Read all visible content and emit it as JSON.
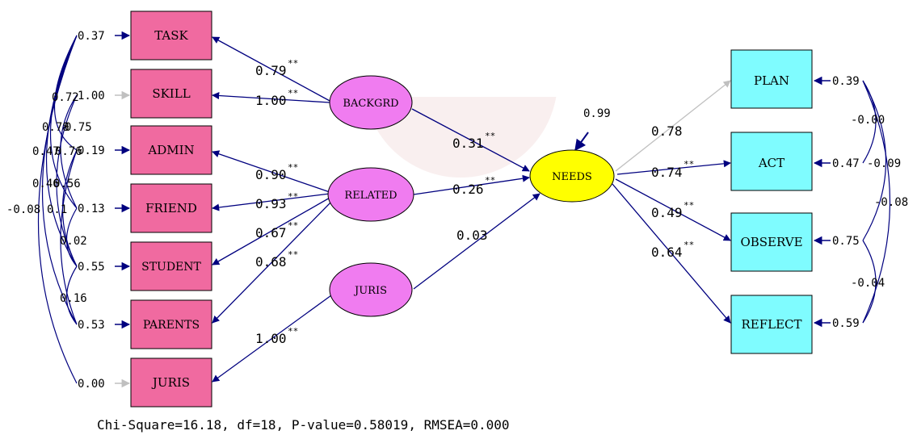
{
  "observed_left": [
    {
      "label": "TASK",
      "error": "0.37"
    },
    {
      "label": "SKILL",
      "error": "1.00"
    },
    {
      "label": "ADMIN",
      "error": "0.19"
    },
    {
      "label": "FRIEND",
      "error": "0.13"
    },
    {
      "label": "STUDENT",
      "error": "0.55"
    },
    {
      "label": "PARENTS",
      "error": "0.53"
    },
    {
      "label": "JURIS",
      "error": "0.00"
    }
  ],
  "observed_right": [
    {
      "label": "PLAN",
      "error": "0.39"
    },
    {
      "label": "ACT",
      "error": "0.47"
    },
    {
      "label": "OBSERVE",
      "error": "0.75"
    },
    {
      "label": "REFLECT",
      "error": "0.59"
    }
  ],
  "latents": {
    "backgrd": "BACKGRD",
    "related": "RELATED",
    "juris": "JURIS",
    "needs": "NEEDS"
  },
  "needs_error": "0.99",
  "loadings": {
    "task": "0.79",
    "skill": "1.00",
    "admin": "0.90",
    "friend": "0.93",
    "student": "0.67",
    "parents": "0.68",
    "juris": "1.00",
    "plan": "0.78",
    "act": "0.74",
    "observe": "0.49",
    "reflect": "0.64"
  },
  "paths": {
    "backgrd_needs": "0.31",
    "related_needs": "0.26",
    "juris_needs": "0.03"
  },
  "significance_mark": "**",
  "left_error_covariances": [
    "0.72",
    "0.78",
    "0.75",
    "0.47",
    "0.76",
    "0.46",
    "0.56",
    "-0.08",
    "0.1",
    "0.02",
    "0.16"
  ],
  "right_error_covariances": [
    "-0.00",
    "-0.09",
    "-0.08",
    "-0.04"
  ],
  "colors": {
    "observed_left_fill": "#f06aa0",
    "observed_right_fill": "#7ffcff",
    "latent_fill": "#f07cf0",
    "needs_fill": "#ffff00",
    "arrow": "#00007f",
    "fixed_arrow": "#c0c0c0"
  },
  "fit_statistics": "Chi-Square=16.18, df=18, P-value=0.58019, RMSEA=0.000"
}
